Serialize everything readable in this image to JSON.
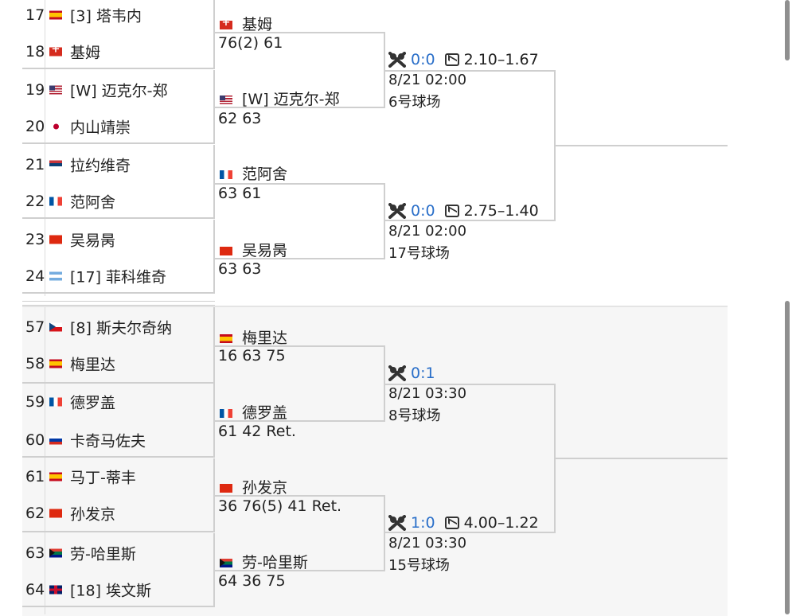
{
  "section_top": {
    "players": [
      {
        "num": "17",
        "flag": "esp",
        "name": "[3] 塔韦内"
      },
      {
        "num": "18",
        "flag": "sui",
        "name": "基姆"
      },
      {
        "num": "19",
        "flag": "usa",
        "name": "[W] 迈克尔-郑"
      },
      {
        "num": "20",
        "flag": "jpn",
        "name": "内山靖崇"
      },
      {
        "num": "21",
        "flag": "srb",
        "name": "拉约维奇"
      },
      {
        "num": "22",
        "flag": "fra",
        "name": "范阿舍"
      },
      {
        "num": "23",
        "flag": "chn",
        "name": "吴易昺"
      },
      {
        "num": "24",
        "flag": "arg",
        "name": "[17] 菲科维奇"
      }
    ],
    "round2": [
      {
        "winner": "基姆",
        "flag": "sui",
        "score": "76(2) 61"
      },
      {
        "winner": "[W] 迈克尔-郑",
        "flag": "usa",
        "score": "62 63"
      },
      {
        "winner": "范阿舍",
        "flag": "fra",
        "score": "63 61"
      },
      {
        "winner": "吴易昺",
        "flag": "chn",
        "score": "63 63"
      }
    ],
    "matches": [
      {
        "score": "0:0",
        "odds": "2.10–1.67",
        "date": "8/21 02:00",
        "court": "6号球场"
      },
      {
        "score": "0:0",
        "odds": "2.75–1.40",
        "date": "8/21 02:00",
        "court": "17号球场"
      }
    ]
  },
  "section_bottom": {
    "players": [
      {
        "num": "57",
        "flag": "cze",
        "name": "[8] 斯夫尔奇纳"
      },
      {
        "num": "58",
        "flag": "esp",
        "name": "梅里达"
      },
      {
        "num": "59",
        "flag": "fra",
        "name": "德罗盖"
      },
      {
        "num": "60",
        "flag": "rus",
        "name": "卡奇马佐夫"
      },
      {
        "num": "61",
        "flag": "esp",
        "name": "马丁-蒂丰"
      },
      {
        "num": "62",
        "flag": "chn",
        "name": "孙发京"
      },
      {
        "num": "63",
        "flag": "rsa",
        "name": "劳-哈里斯"
      },
      {
        "num": "64",
        "flag": "gbr",
        "name": "[18] 埃文斯"
      }
    ],
    "round2": [
      {
        "winner": "梅里达",
        "flag": "esp",
        "score": "16 63 75"
      },
      {
        "winner": "德罗盖",
        "flag": "fra",
        "score": "61 42 Ret."
      },
      {
        "winner": "孙发京",
        "flag": "chn",
        "score": "36 76(5) 41 Ret."
      },
      {
        "winner": "劳-哈里斯",
        "flag": "rsa",
        "score": "64 36 75"
      }
    ],
    "matches": [
      {
        "score": "0:1",
        "odds": "",
        "date": "8/21 03:30",
        "court": "8号球场"
      },
      {
        "score": "1:0",
        "odds": "4.00–1.22",
        "date": "8/21 03:30",
        "court": "15号球场"
      }
    ]
  },
  "icons": {
    "vs": "crossed-rackets-icon",
    "odds": "chart-icon"
  },
  "colors": {
    "score_link": "#2a6fc9",
    "bracket_line": "#cfcfcf",
    "bottom_bg": "#f6f6f6"
  }
}
